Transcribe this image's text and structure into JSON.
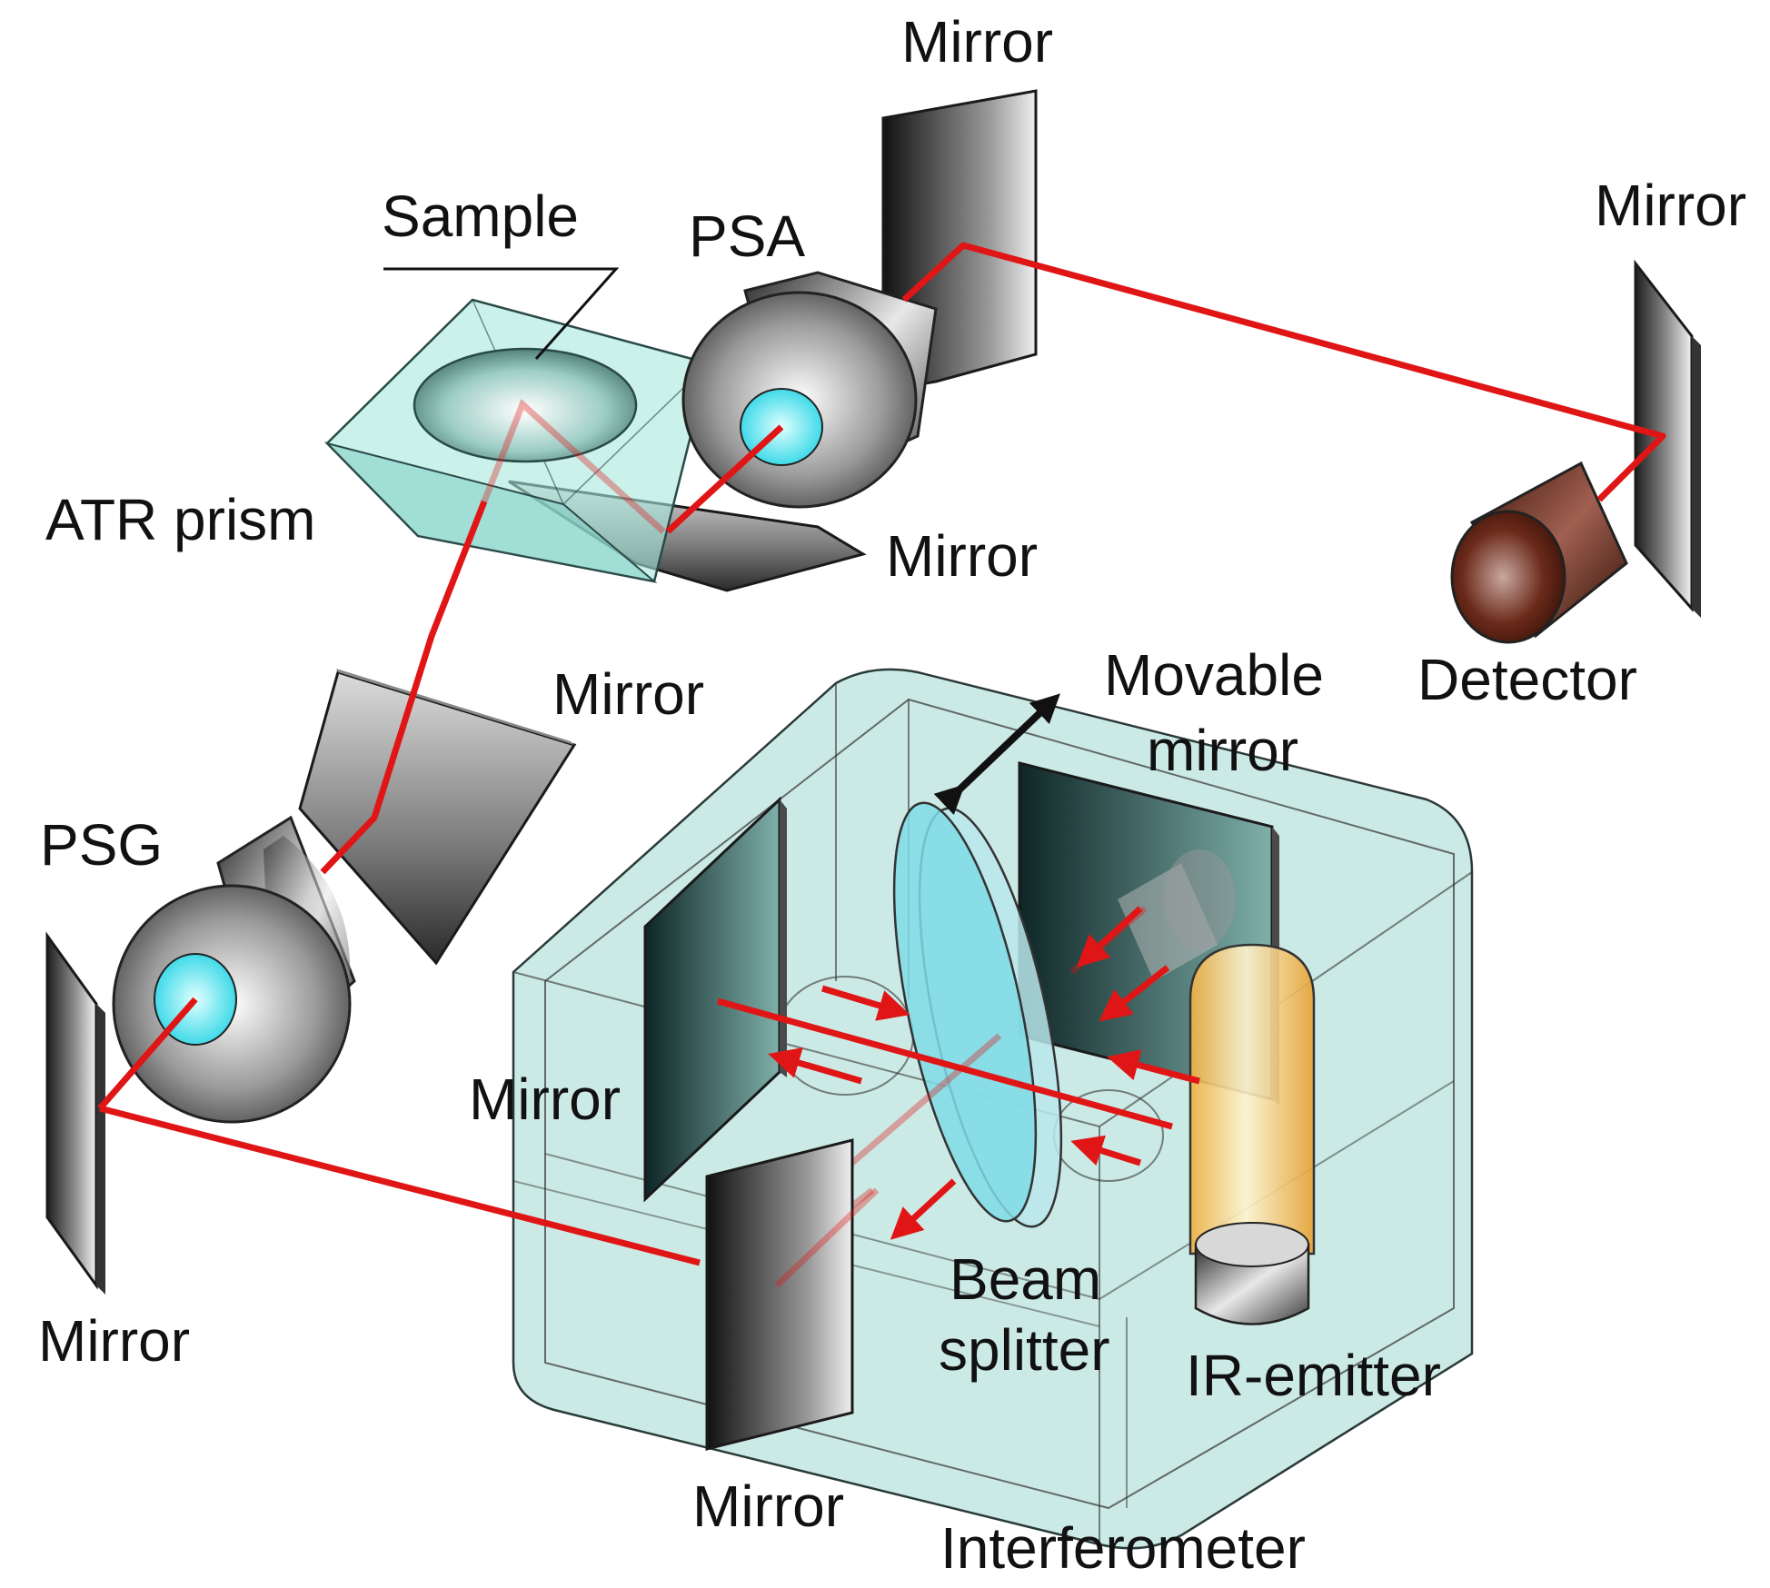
{
  "labels": {
    "mirror_top": "Mirror",
    "mirror_right": "Mirror",
    "sample": "Sample",
    "psa": "PSA",
    "atr_prism": "ATR prism",
    "mirror_prism": "Mirror",
    "detector": "Detector",
    "movable_mirror_line1": "Movable",
    "movable_mirror_line2": "mirror",
    "mirror_psg": "Mirror",
    "psg": "PSG",
    "mirror_inner_left": "Mirror",
    "beam_splitter_line1": "Beam",
    "beam_splitter_line2": "splitter",
    "ir_emitter": "IR-emitter",
    "mirror_left_bottom": "Mirror",
    "mirror_bottom": "Mirror",
    "interferometer": "Interferometer"
  },
  "colors": {
    "beam": "#e01515",
    "prism": "#a8e8de",
    "interferometer_box": "#8fd0c6",
    "emitter": "#f0b040",
    "detector": "#6b2a1a",
    "lens": "#40e8f0"
  }
}
